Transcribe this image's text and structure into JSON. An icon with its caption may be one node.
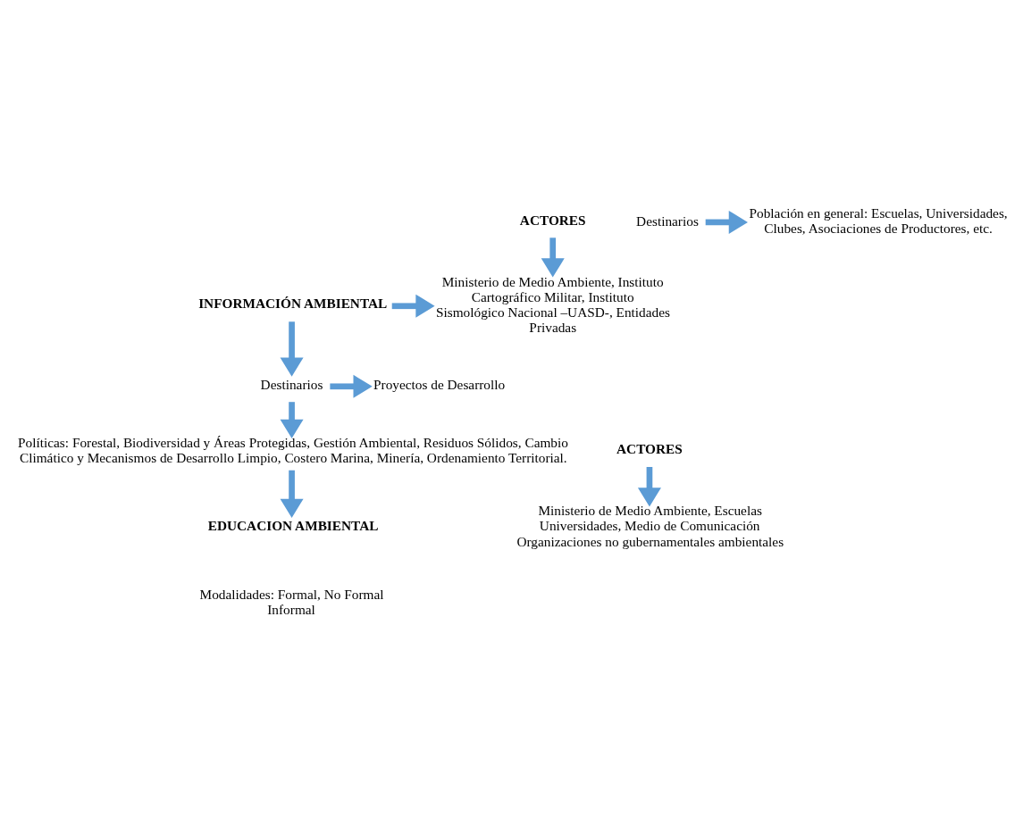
{
  "diagram": {
    "nodes": [
      {
        "text": [
          "ACTORES"
        ]
      },
      {
        "text": [
          "INFORMACIÓN AMBIENTAL"
        ]
      },
      {
        "text": [
          "Ministerio de Medio Ambiente, Instituto Cartográfico Militar, Instituto Sismológico Nacional –UASD-, Entidades Privadas"
        ]
      },
      {
        "text": [
          "Destinarios"
        ]
      },
      {
        "text": [
          "Proyectos de Desarrollo"
        ]
      },
      {
        "text": [
          "Políticas: Forestal, Biodiversidad y Áreas Protegidas, Gestión Ambiental, Residuos Sólidos, Cambio Climático y Mecanismos de Desarrollo Limpio, Costero Marina, Minería, Ordenamiento Territorial."
        ]
      },
      {
        "text": [
          "Destinarios"
        ]
      },
      {
        "text": [
          "Población en general: Escuelas, Universidades, Clubes, Asociaciones de Productores, etc."
        ]
      },
      {
        "text": [
          "ACTORES"
        ]
      },
      {
        "text": [
          "EDUCACION AMBIENTAL"
        ]
      },
      {
        "text": [
          "Ministerio de Medio Ambiente, Escuelas Universidades, Medio de Comunicación Organizaciones no gubernamentales ambientales"
        ]
      }
    ],
    "edges": [
      {
        "from": 0,
        "to": 2,
        "arrow": "to"
      },
      {
        "from": 1,
        "to": 2,
        "arrow": "to"
      },
      {
        "from": 1,
        "to": 3,
        "arrow": "to"
      },
      {
        "from": 3,
        "to": 4,
        "arrow": "to"
      },
      {
        "from": 3,
        "to": 5,
        "arrow": "to"
      },
      {
        "from": 6,
        "to": 7,
        "arrow": "to"
      },
      {
        "from": 5,
        "to": 9,
        "arrow": "to"
      },
      {
        "from": 8,
        "to": 10,
        "arrow": "to"
      }
    ],
    "labels": [
      "Modalidades: Formal, No Formal Informal"
    ]
  }
}
